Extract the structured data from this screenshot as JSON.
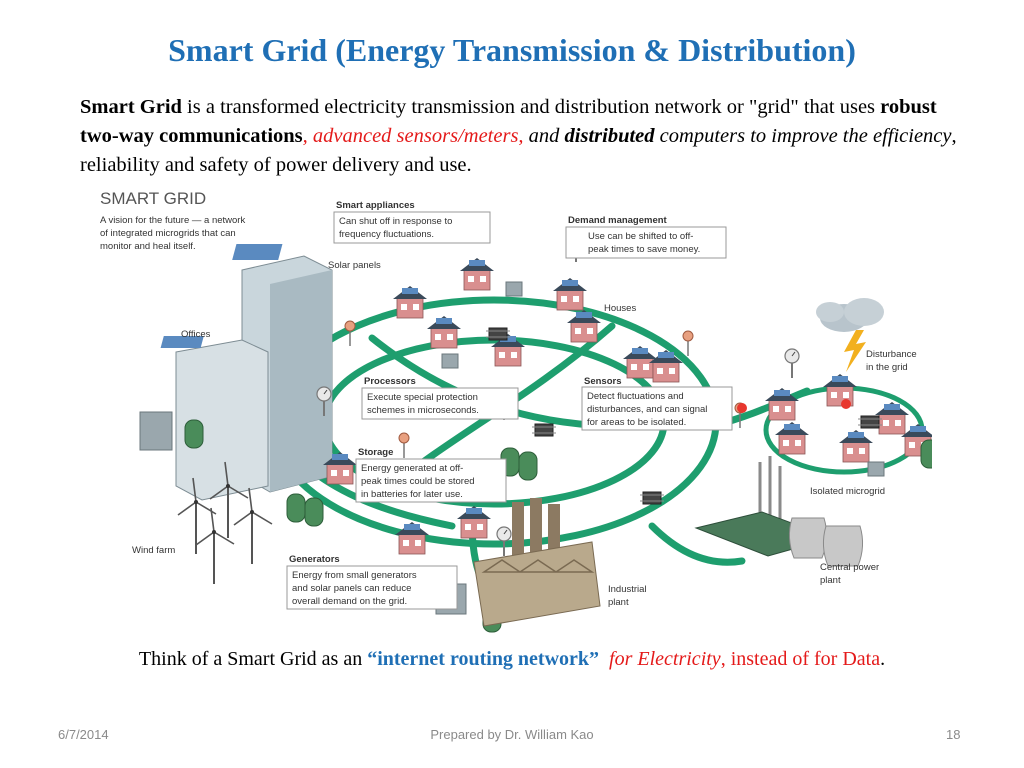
{
  "slide": {
    "title": "Smart Grid (Energy Transmission & Distribution)",
    "intro": {
      "lead": "Smart Grid",
      "t1": " is a transformed electricity transmission and distribution network or \"grid\" that uses ",
      "bold1": "robust two-way communications",
      "red1": ", advanced sensors/meters,",
      "t2": " and ",
      "bolditalic": "distributed",
      "italic": " computers to improve the efficiency",
      "t3": ", reliability and safety of power delivery and use."
    },
    "bottom": {
      "t1": "Think of a Smart Grid as an ",
      "quote": "“internet routing network”",
      "red_italic": "for Electricity",
      "red_rest": ", instead of for Data",
      "end": "."
    },
    "footer": {
      "date": "6/7/2014",
      "author": "Prepared by Dr. William Kao",
      "page": "18"
    }
  },
  "diagram": {
    "heading": "SMART GRID",
    "subtitle": [
      "A vision for the future — a network",
      "of integrated microgrids that can",
      "monitor and heal itself."
    ],
    "labels": {
      "solar": "Solar panels",
      "offices": "Offices",
      "houses": "Houses",
      "disturbance": [
        "Disturbance",
        "in the grid"
      ],
      "isolated": "Isolated microgrid",
      "wind": "Wind farm",
      "industrial": [
        "Industrial",
        "plant"
      ],
      "central": [
        "Central power",
        "plant"
      ]
    },
    "callouts": {
      "smart_appliances": {
        "title": "Smart appliances",
        "lines": [
          "Can shut off in response to",
          "frequency fluctuations."
        ]
      },
      "demand": {
        "title": "Demand management",
        "lines": [
          "Use can be shifted to off-",
          "peak times to save money."
        ]
      },
      "processors": {
        "title": "Processors",
        "lines": [
          "Execute special protection",
          "schemes in microseconds."
        ]
      },
      "sensors": {
        "title": "Sensors",
        "lines": [
          "Detect fluctuations and",
          "disturbances, and can signal",
          "for areas to be isolated."
        ]
      },
      "storage": {
        "title": "Storage",
        "lines": [
          "Energy generated at off-",
          "peak times could be stored",
          "in batteries for later use."
        ]
      },
      "generators": {
        "title": "Generators",
        "lines": [
          "Energy from small generators",
          "and solar panels can reduce",
          "overall demand on the grid."
        ]
      }
    },
    "colors": {
      "grid": "#1e9e6e",
      "roof": "#3a4a5a",
      "wall": "#d98f8f",
      "accent": "#1f6fb5"
    }
  }
}
